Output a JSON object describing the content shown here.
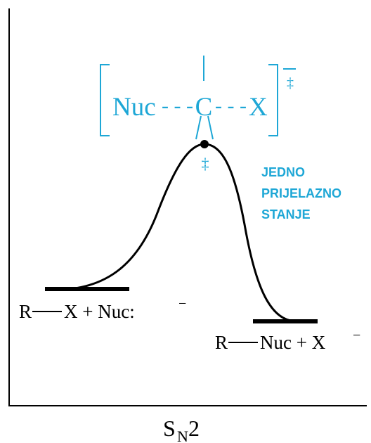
{
  "colors": {
    "accent": "#1ea7d6",
    "ink": "#000000"
  },
  "transition_state": {
    "nuc_label": "Nuc",
    "center_label": "C",
    "leaving_label": "X",
    "dashes_left": "- - -",
    "dashes_right": "- - -",
    "double_dagger": "‡",
    "peak_dagger": "‡"
  },
  "annotation": {
    "line1": "JEDNO",
    "line2": "PRIJELAZNO",
    "line3": "STANJE"
  },
  "reactants": {
    "r": "R",
    "rest": "X + Nuc:",
    "charge": "−"
  },
  "products": {
    "r": "R",
    "rest": "Nuc + X",
    "charge": "−"
  },
  "mechanism_label": {
    "main": "S",
    "subscript": "N",
    "suffix": "2"
  }
}
